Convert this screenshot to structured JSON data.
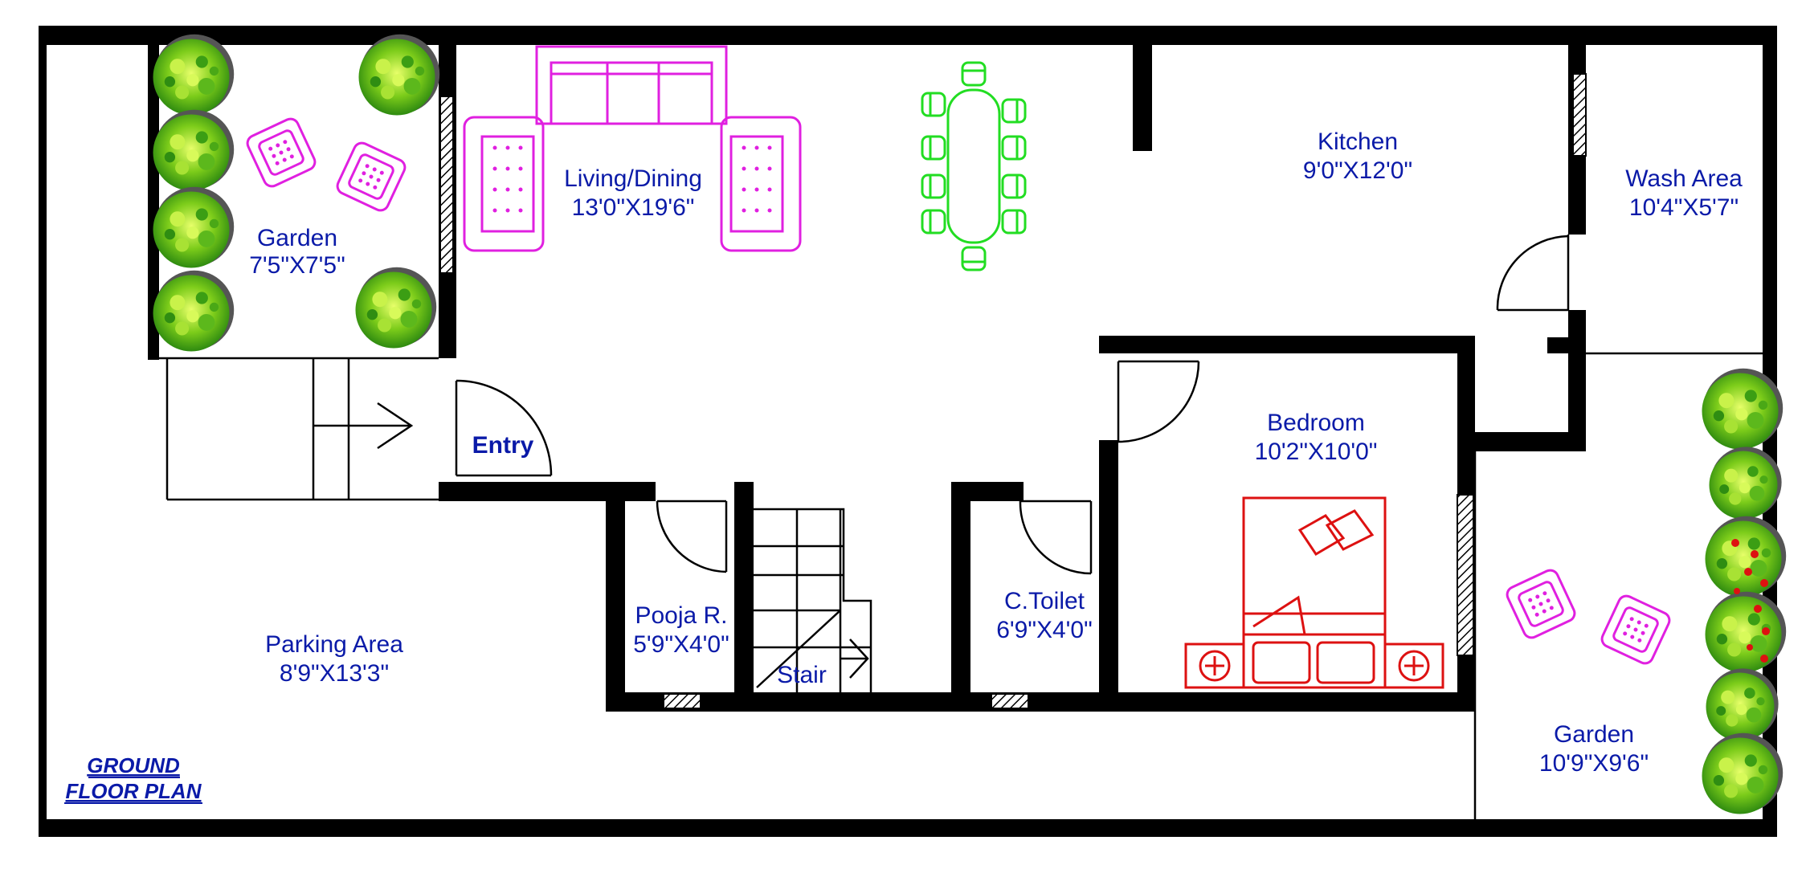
{
  "plan_title": {
    "line1": "GROUND",
    "line2": "FLOOR PLAN"
  },
  "rooms": {
    "garden_top": {
      "name": "Garden",
      "size": "7'5\"X7'5\""
    },
    "living": {
      "name": "Living/Dining",
      "size": "13'0\"X19'6\""
    },
    "kitchen": {
      "name": "Kitchen",
      "size": "9'0\"X12'0\""
    },
    "wash": {
      "name": "Wash Area",
      "size": "10'4\"X5'7\""
    },
    "bedroom": {
      "name": "Bedroom",
      "size": "10'2\"X10'0\""
    },
    "parking": {
      "name": "Parking Area",
      "size": "8'9\"X13'3\""
    },
    "pooja": {
      "name": "Pooja R.",
      "size": "5'9\"X4'0\""
    },
    "toilet": {
      "name": "C.Toilet",
      "size": "6'9\"X4'0\""
    },
    "garden_right": {
      "name": "Garden",
      "size": "10'9\"X9'6\""
    }
  },
  "labels": {
    "entry": "Entry",
    "stair": "Stair"
  },
  "colors": {
    "walls": "#000000",
    "text": "#0a1aa8",
    "furniture_living": "#e020e0",
    "dining_table": "#22dd22",
    "bed": "#dd1111",
    "plants": "#7ccc1a"
  },
  "icons": [
    "sofa-icon",
    "dining-table-icon",
    "bed-icon",
    "armchair-icon",
    "plant-icon",
    "door-swing-icon",
    "stair-icon",
    "window-icon"
  ]
}
